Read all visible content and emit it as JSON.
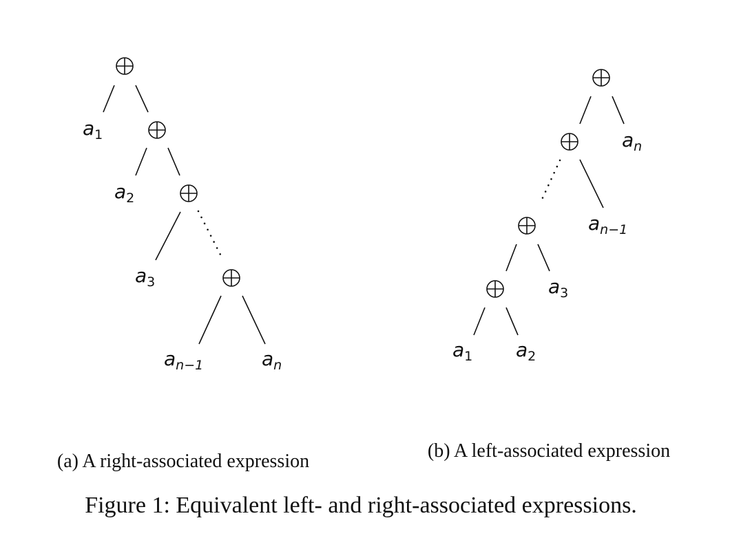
{
  "diagram": {
    "operator_symbol": "⊕",
    "tree_a": {
      "caption": "(a) A right-associated expression",
      "leaves": [
        {
          "base": "a",
          "sub": "1"
        },
        {
          "base": "a",
          "sub": "2"
        },
        {
          "base": "a",
          "sub": "3"
        },
        {
          "base": "a",
          "sub": "n−1"
        },
        {
          "base": "a",
          "sub": "n"
        }
      ]
    },
    "tree_b": {
      "caption": "(b) A left-associated expression",
      "leaves": [
        {
          "base": "a",
          "sub": "n"
        },
        {
          "base": "a",
          "sub": "n−1"
        },
        {
          "base": "a",
          "sub": "3"
        },
        {
          "base": "a",
          "sub": "1"
        },
        {
          "base": "a",
          "sub": "2"
        }
      ]
    },
    "figure_caption": "Figure 1: Equivalent left- and right-associated expressions."
  }
}
